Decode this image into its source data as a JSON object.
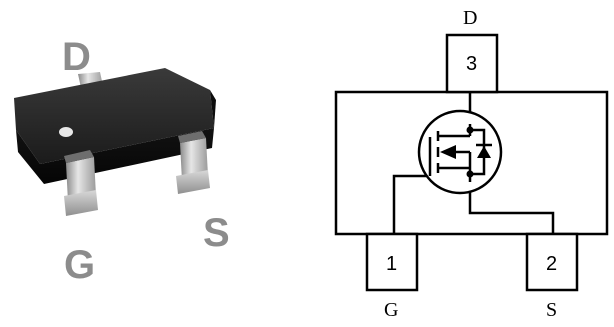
{
  "package_photo": {
    "labels": {
      "drain": "D",
      "gate": "G",
      "source": "S"
    },
    "colors": {
      "body": "#151515",
      "label": "#8c8c8c",
      "lead": "#c9c9c9"
    }
  },
  "schematic": {
    "pins": [
      {
        "number": "3",
        "name": "D"
      },
      {
        "number": "1",
        "name": "G"
      },
      {
        "number": "2",
        "name": "S"
      }
    ],
    "symbol": "n-channel-mosfet-with-body-diode",
    "colors": {
      "stroke": "#000000",
      "background": "#ffffff"
    }
  }
}
